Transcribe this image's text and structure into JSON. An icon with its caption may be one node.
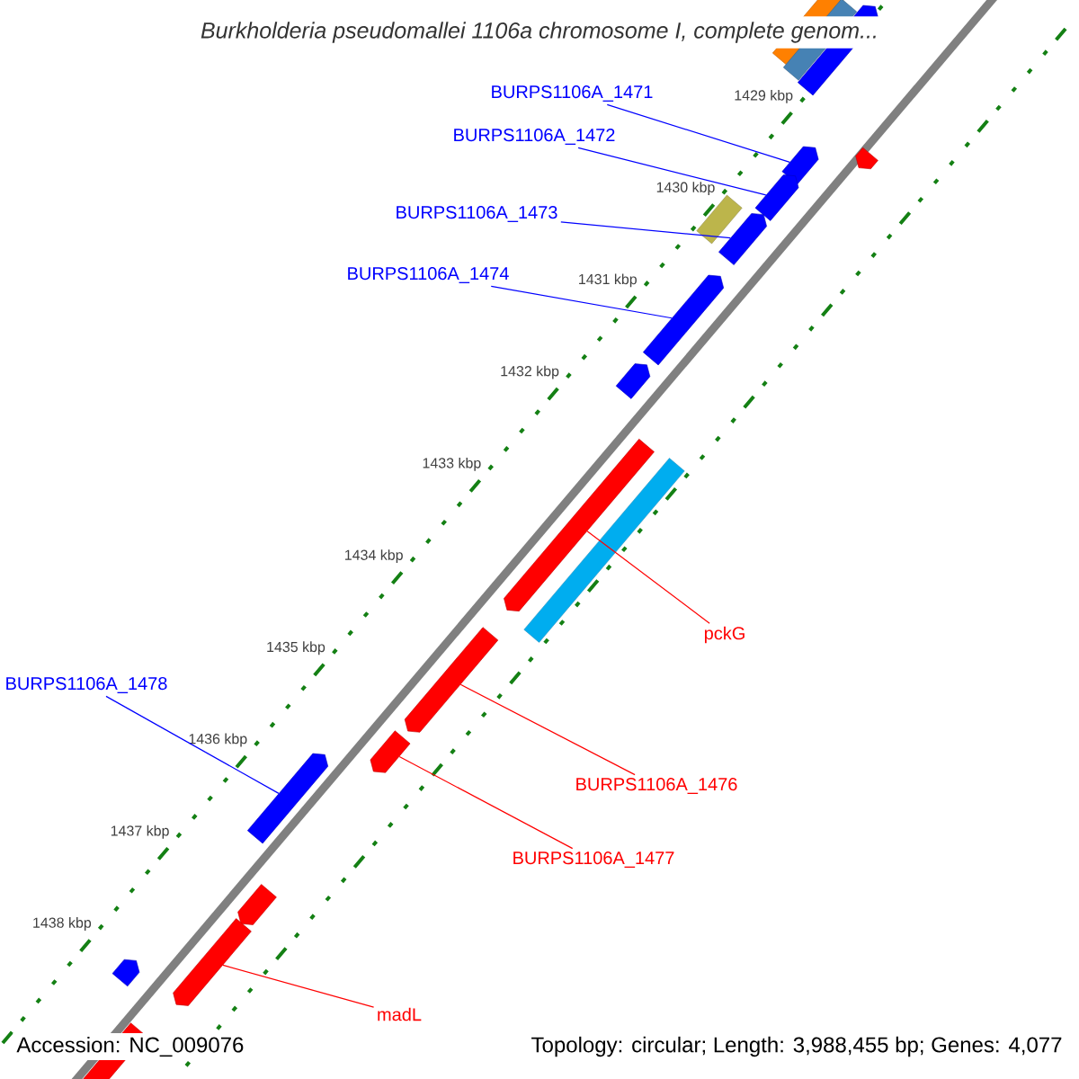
{
  "diagram": {
    "title": "Burkholderia pseudomallei 1106a chromosome I, complete genom...",
    "nodes": [
      {
        "text": [
          "BURPS1106A_1471"
        ]
      },
      {
        "text": [
          "BURPS1106A_1472"
        ]
      },
      {
        "text": [
          "BURPS1106A_1473"
        ]
      },
      {
        "text": [
          "BURPS1106A_1474"
        ]
      },
      {
        "text": [
          "pckG"
        ]
      },
      {
        "text": [
          "BURPS1106A_1478"
        ]
      },
      {
        "text": [
          "BURPS1106A_1476"
        ]
      },
      {
        "text": [
          "BURPS1106A_1477"
        ]
      },
      {
        "text": [
          "madL"
        ]
      },
      {
        "text": [],
        "shape": "box"
      },
      {
        "text": [],
        "shape": "box"
      },
      {
        "text": [],
        "shape": "arrow"
      },
      {
        "text": [],
        "shape": "arrow"
      },
      {
        "text": [],
        "shape": "arrow"
      },
      {
        "text": [],
        "shape": "arrow"
      },
      {
        "text": [],
        "shape": "box"
      },
      {
        "text": [],
        "shape": "arrow"
      },
      {
        "text": [],
        "shape": "arrow"
      },
      {
        "text": [],
        "shape": "arrow"
      },
      {
        "text": [],
        "shape": "arrow"
      },
      {
        "text": [],
        "shape": "box"
      },
      {
        "text": [],
        "shape": "arrow"
      },
      {
        "text": [],
        "shape": "arrow"
      },
      {
        "text": [],
        "shape": "arrow"
      },
      {
        "text": [],
        "shape": "arrow"
      },
      {
        "text": [],
        "shape": "arrow"
      },
      {
        "text": [],
        "shape": "arrow"
      },
      {
        "text": [],
        "shape": "arrow"
      }
    ],
    "edges": [
      {
        "from": 0,
        "to": 13,
        "arrow": "none"
      },
      {
        "from": 1,
        "to": 14,
        "arrow": "none"
      },
      {
        "from": 2,
        "to": 16,
        "arrow": "none"
      },
      {
        "from": 3,
        "to": 17,
        "arrow": "none"
      },
      {
        "from": 4,
        "to": 19,
        "arrow": "none",
        "color": "#ff0000"
      },
      {
        "from": 5,
        "to": 23,
        "arrow": "none"
      },
      {
        "from": 6,
        "to": 21,
        "arrow": "none",
        "color": "#ff0000"
      },
      {
        "from": 7,
        "to": 22,
        "arrow": "none",
        "color": "#ff0000"
      },
      {
        "from": 8,
        "to": 25,
        "arrow": "none",
        "color": "#ff0000"
      }
    ],
    "labels": [
      "1429 kbp",
      "1430 kbp",
      "1431 kbp",
      "1432 kbp",
      "1433 kbp",
      "1434 kbp",
      "1435 kbp",
      "1436 kbp",
      "1437 kbp",
      "1438 kbp",
      "Accession: NC_009076",
      "Topology: circular; Length: 3,988,455 bp; Genes: 4,077"
    ]
  }
}
